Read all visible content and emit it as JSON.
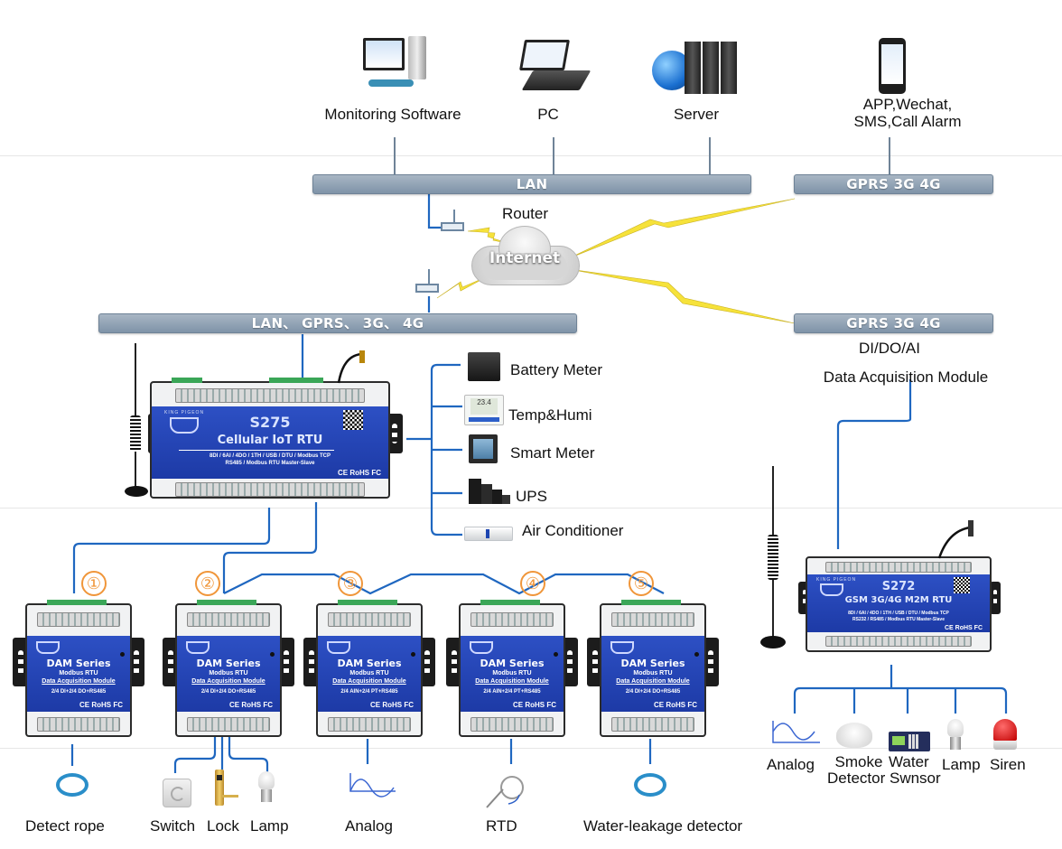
{
  "top": {
    "monitoring_software": "Monitoring Software",
    "pc": "PC",
    "server": "Server",
    "mobile_line1": "APP,Wechat,",
    "mobile_line2": "SMS,Call Alarm"
  },
  "network": {
    "lan_bar": "LAN",
    "gprs_bar_top": "GPRS 3G 4G",
    "router": "Router",
    "internet": "Internet",
    "lan_gprs_bar": "LAN、 GPRS、 3G、 4G",
    "gprs_bar_right": "GPRS 3G 4G"
  },
  "rtu_main": {
    "brand": "KING PIGEON",
    "model": "S275",
    "title": "Cellular IoT RTU",
    "spec1": "8DI / 6AI / 4DO / 1TH / USB / DTU / Modbus TCP",
    "spec2": "RS485 / Modbus RTU Master-Slave",
    "cert": "CE RoHS FC"
  },
  "peripherals": [
    {
      "icon": "battery-meter-icon",
      "label": "Battery Meter"
    },
    {
      "icon": "thermometer-icon",
      "label": "Temp&Humi"
    },
    {
      "icon": "smart-meter-icon",
      "label": "Smart Meter"
    },
    {
      "icon": "ups-icon",
      "label": "UPS"
    },
    {
      "icon": "air-conditioner-icon",
      "label": "Air Conditioner"
    }
  ],
  "right_module": {
    "line1": "DI/DO/AI",
    "line2": "Data Acquisition Module",
    "brand": "KING PIGEON",
    "model": "S272",
    "title": "GSM 3G/4G M2M RTU",
    "spec1": "8DI / 6AI / 4DO / 1TH / USB / DTU / Modbus TCP",
    "spec2": "RS232 / RS485 / Modbus RTU Master-Slave",
    "cert": "CE RoHS FC"
  },
  "right_sensors": [
    {
      "icon": "analog-wave-icon",
      "label": "Analog"
    },
    {
      "icon": "smoke-detector-icon",
      "label": "Smoke\nDetector"
    },
    {
      "icon": "water-sensor-icon",
      "label": "Water\nSwnsor"
    },
    {
      "icon": "lamp-icon",
      "label": "Lamp"
    },
    {
      "icon": "siren-icon",
      "label": "Siren"
    }
  ],
  "dam_modules": [
    {
      "number": "①",
      "series": "DAM Series",
      "l1": "Modbus RTU",
      "l2": "Data Acquisition Module",
      "spec": "2/4 DI+2/4 DO+RS485",
      "cert": "CE RoHS FC"
    },
    {
      "number": "②",
      "series": "DAM Series",
      "l1": "Modbus RTU",
      "l2": "Data Acquisition Module",
      "spec": "2/4 DI+2/4 DO+RS485",
      "cert": "CE RoHS FC"
    },
    {
      "number": "③",
      "series": "DAM Series",
      "l1": "Modbus RTU",
      "l2": "Data Acquisition Module",
      "spec": "2/4 AIN+2/4 PT+RS485",
      "cert": "CE RoHS FC"
    },
    {
      "number": "④",
      "series": "DAM Series",
      "l1": "Modbus RTU",
      "l2": "Data Acquisition Module",
      "spec": "2/4 AIN+2/4 PT+RS485",
      "cert": "CE RoHS FC"
    },
    {
      "number": "⑤",
      "series": "DAM Series",
      "l1": "Modbus RTU",
      "l2": "Data Acquisition Module",
      "spec": "2/4 DI+2/4 DO+RS485",
      "cert": "CE RoHS FC"
    }
  ],
  "bottom_sensors": {
    "detect_rope": "Detect rope",
    "switch": "Switch",
    "lock": "Lock",
    "lamp": "Lamp",
    "analog": "Analog",
    "rtd": "RTD",
    "water_leakage": "Water-leakage detector"
  },
  "colors": {
    "wire": "#1f67c0",
    "bar": "#8b9db0",
    "device_blue": "#2446b8",
    "badge": "#f0963a",
    "lightning": "#f6e23a"
  }
}
